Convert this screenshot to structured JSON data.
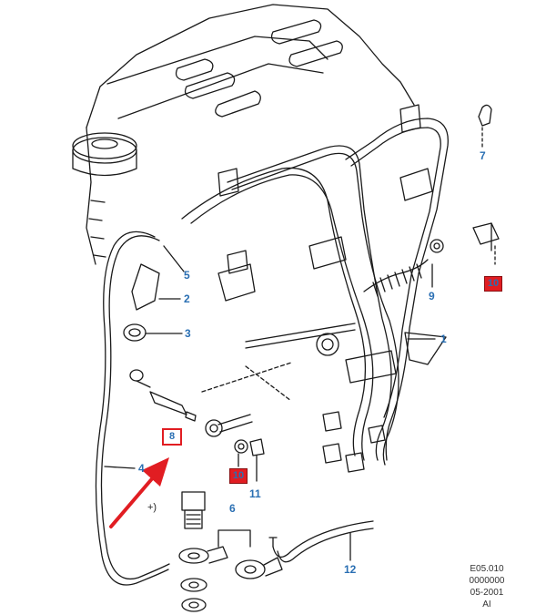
{
  "callouts": [
    {
      "id": "c1",
      "text": "1"
    },
    {
      "id": "c2",
      "text": "2"
    },
    {
      "id": "c3",
      "text": "3"
    },
    {
      "id": "c4",
      "text": "4"
    },
    {
      "id": "c5",
      "text": "5"
    },
    {
      "id": "c6",
      "text": "6"
    },
    {
      "id": "c7",
      "text": "7"
    },
    {
      "id": "c8",
      "text": "8"
    },
    {
      "id": "c9",
      "text": "9"
    },
    {
      "id": "c10",
      "text": "10"
    },
    {
      "id": "c11",
      "text": "11"
    },
    {
      "id": "c12",
      "text": "12"
    },
    {
      "id": "c10b",
      "text": "10"
    }
  ],
  "note": "+)",
  "meta": {
    "line1": "E05.010",
    "line2": "0000000",
    "line3": "05-2001",
    "line4": "AI"
  },
  "colors": {
    "accent_arrow": "#e11d22",
    "callout_text": "#2a6fb3",
    "line_art": "#1a1a1a"
  }
}
